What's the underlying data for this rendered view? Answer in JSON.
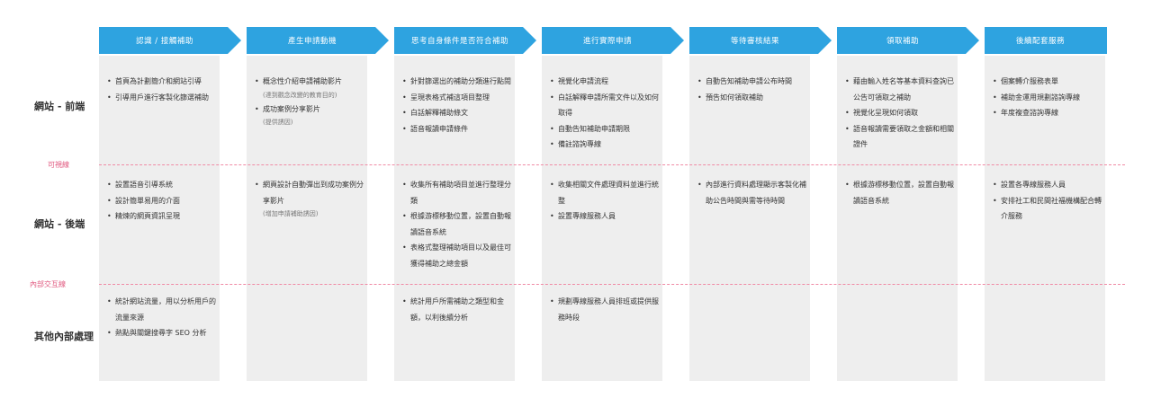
{
  "stages": [
    "認識 / 接觸補助",
    "產生申請動機",
    "思考自身條件是否符合補助",
    "進行實際申請",
    "等待審核結果",
    "領取補助",
    "後續配套服務"
  ],
  "rows": {
    "front": "網站 - 前端",
    "back": "網站 - 後端",
    "internal": "其他內部處理"
  },
  "separators": {
    "visible": "可視線",
    "internal": "內部交互線"
  },
  "cells": {
    "front": [
      {
        "items": [
          {
            "text": "首頁為計劃簡介和網站引導"
          },
          {
            "text": "引導用戶進行客製化篩選補助"
          }
        ]
      },
      {
        "items": [
          {
            "text": "概念性介紹申請補助影片",
            "sub": "(達到觀念改變的教育目的)"
          },
          {
            "text": "成功案例分享影片",
            "sub": "(提供誘因)"
          }
        ]
      },
      {
        "items": [
          {
            "text": "針對篩選出的補助分類進行點閱"
          },
          {
            "text": "呈現表格式補這項目整理"
          },
          {
            "text": "白話解釋補助條文"
          },
          {
            "text": "語音報讀申請條件"
          }
        ]
      },
      {
        "items": [
          {
            "text": "視覺化申請流程"
          },
          {
            "text": "白話解釋申請所需文件以及如何取得"
          },
          {
            "text": "自動告知補助申請期限"
          },
          {
            "text": "備註諮詢專線"
          }
        ]
      },
      {
        "items": [
          {
            "text": "自動告知補助申請公布時間"
          },
          {
            "text": "預告如何領取補助"
          }
        ]
      },
      {
        "items": [
          {
            "text": "藉由輸入姓名等基本資料查詢已公告可領取之補助"
          },
          {
            "text": "視覺化呈現如何領取"
          },
          {
            "text": "語音報讀需要領取之金額和相關證件"
          }
        ]
      },
      {
        "items": [
          {
            "text": "個案轉介服務表單"
          },
          {
            "text": "補助金運用規劃諮詢專線"
          },
          {
            "text": "年度複查諮詢專線"
          }
        ]
      }
    ],
    "back": [
      {
        "items": [
          {
            "text": "設置語音引導系統"
          },
          {
            "text": "設計簡單易用的介面"
          },
          {
            "text": "精煉的網頁資訊呈現"
          }
        ]
      },
      {
        "items": [
          {
            "text": "網頁設計自動彈出到成功案例分享影片",
            "sub": "(增加申請補助誘因)"
          }
        ]
      },
      {
        "items": [
          {
            "text": "收集所有補助項目並進行整理分類"
          },
          {
            "text": "根據游標移動位置，設置自動報讀語音系統"
          },
          {
            "text": "表格式整理補助項目以及最佳可獲得補助之總金額"
          }
        ]
      },
      {
        "items": [
          {
            "text": "收集相關文件處理資料並進行統整"
          },
          {
            "text": "設置專線服務人員"
          }
        ]
      },
      {
        "items": [
          {
            "text": "內部進行資料處理顯示客製化補助公告時間與需等待時間"
          }
        ]
      },
      {
        "items": [
          {
            "text": "根據游標移動位置，設置自動報讀語音系統"
          }
        ]
      },
      {
        "items": [
          {
            "text": "設置各專線服務人員"
          },
          {
            "text": "安排社工和民間社福機構配合轉介服務"
          }
        ]
      }
    ],
    "internal": [
      {
        "items": [
          {
            "text": "統計網站流量，用以分析用戶的流量來源"
          },
          {
            "text": "熱點與關鍵搜尋字 SEO 分析"
          }
        ]
      },
      {
        "items": []
      },
      {
        "items": [
          {
            "text": "統計用戶所需補助之類型和金額，以利後續分析"
          }
        ]
      },
      {
        "items": [
          {
            "text": "規劃專線服務人員排班或提供服務時段"
          }
        ]
      },
      {
        "items": []
      },
      {
        "items": []
      },
      {
        "items": []
      }
    ]
  },
  "colors": {
    "header": "#2ea3e0",
    "column": "#eeeeee",
    "separator": "#f08aa5"
  }
}
